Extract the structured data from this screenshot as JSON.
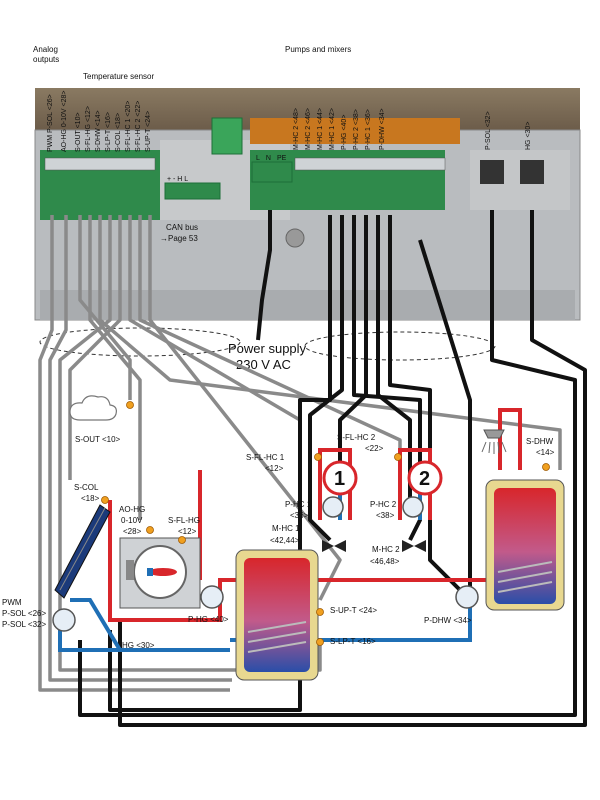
{
  "headers": {
    "analog_outputs_1": "Analog",
    "analog_outputs_2": "outputs",
    "temperature_sensor": "Temperature sensor",
    "pumps_and_mixers": "Pumps and mixers"
  },
  "vertical_terminals": {
    "left": [
      "PWM P-SOL <26>",
      "AO-HG 0-10V <28>",
      "S-OUT <10>",
      "S-FL-HG <12>",
      "S-DHW <14>",
      "S-LP-T <16>",
      "S-COL <18>",
      "S-FL-HC 1 <20>",
      "S-FL-HC 2 <22>",
      "S-UP-T <24>"
    ],
    "right": [
      "M-HC 2 <48>",
      "M-HC 2 <46>",
      "M-HC 1 <44>",
      "M-HC 1 <42>",
      "P-HG <40>",
      "P-HC 2 <38>",
      "P-HC 1 <36>",
      "P-DHW <34>"
    ],
    "p_sol": "P-SOL <32>",
    "hg": "HG <30>"
  },
  "board": {
    "mains_terminals": [
      "L",
      "N",
      "PE"
    ],
    "can_terminals": "+  -  H  L",
    "can_bus_1": "CAN bus",
    "can_bus_2": "→Page 53"
  },
  "power": {
    "line1": "Power supply",
    "line2": "230 V AC"
  },
  "labels": {
    "s_out_1": "S-OUT <10>",
    "s_col_1": "S-COL",
    "s_col_2": "<18>",
    "ao_hg_1": "AO-HG",
    "ao_hg_2": "0-10V",
    "ao_hg_3": "<28>",
    "s_fl_hg_1": "S-FL-HG",
    "s_fl_hg_2": "<12>",
    "pwm_1": "PWM",
    "pwm_2": "P-SOL <26>",
    "pwm_3": "P-SOL <32>",
    "p_hg": "P-HG <40>",
    "hg": "HG <30>",
    "s_fl_hc1_1": "S-FL-HC 1",
    "s_fl_hc1_2": "<12>",
    "s_fl_hc2_1": "S-FL-HC 2",
    "s_fl_hc2_2": "<22>",
    "p_hc1_1": "P-HC 1",
    "p_hc1_2": "<36>",
    "m_hc1_1": "M-HC 1",
    "m_hc1_2": "<42,44>",
    "p_hc2_1": "P-HC 2",
    "p_hc2_2": "<38>",
    "m_hc2_1": "M-HC 2",
    "m_hc2_2": "<46,48>",
    "s_up_t": "S-UP-T <24>",
    "s_lp_t": "S-LP-T <16>",
    "p_dhw": "P-DHW <34>",
    "s_dhw_1": "S-DHW",
    "s_dhw_2": "<14>",
    "circuit_1": "1",
    "circuit_2": "2"
  },
  "colors": {
    "cable_black": "#111111",
    "cable_grey": "#8a8a8a",
    "hot_pipe": "#d8262b",
    "cold_pipe": "#1f6fb5",
    "board_green": "#2f8a4b",
    "board_orange": "#c8771f",
    "sensor_dot": "#f0a020"
  }
}
